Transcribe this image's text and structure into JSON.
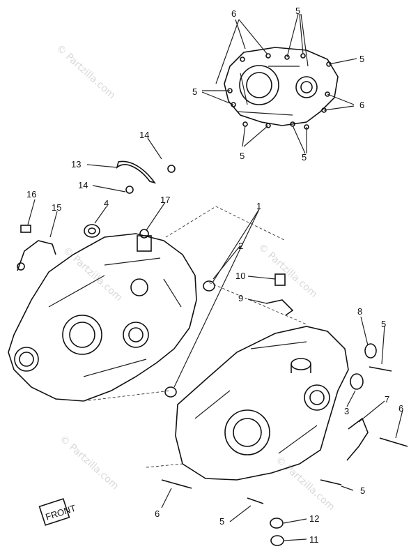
{
  "watermark": "© Partzilla.com",
  "labels": [
    "1",
    "2",
    "3",
    "4",
    "5",
    "6",
    "7",
    "8",
    "9",
    "10",
    "11",
    "12",
    "13",
    "14",
    "15",
    "16",
    "17"
  ],
  "badge": "FRONT"
}
